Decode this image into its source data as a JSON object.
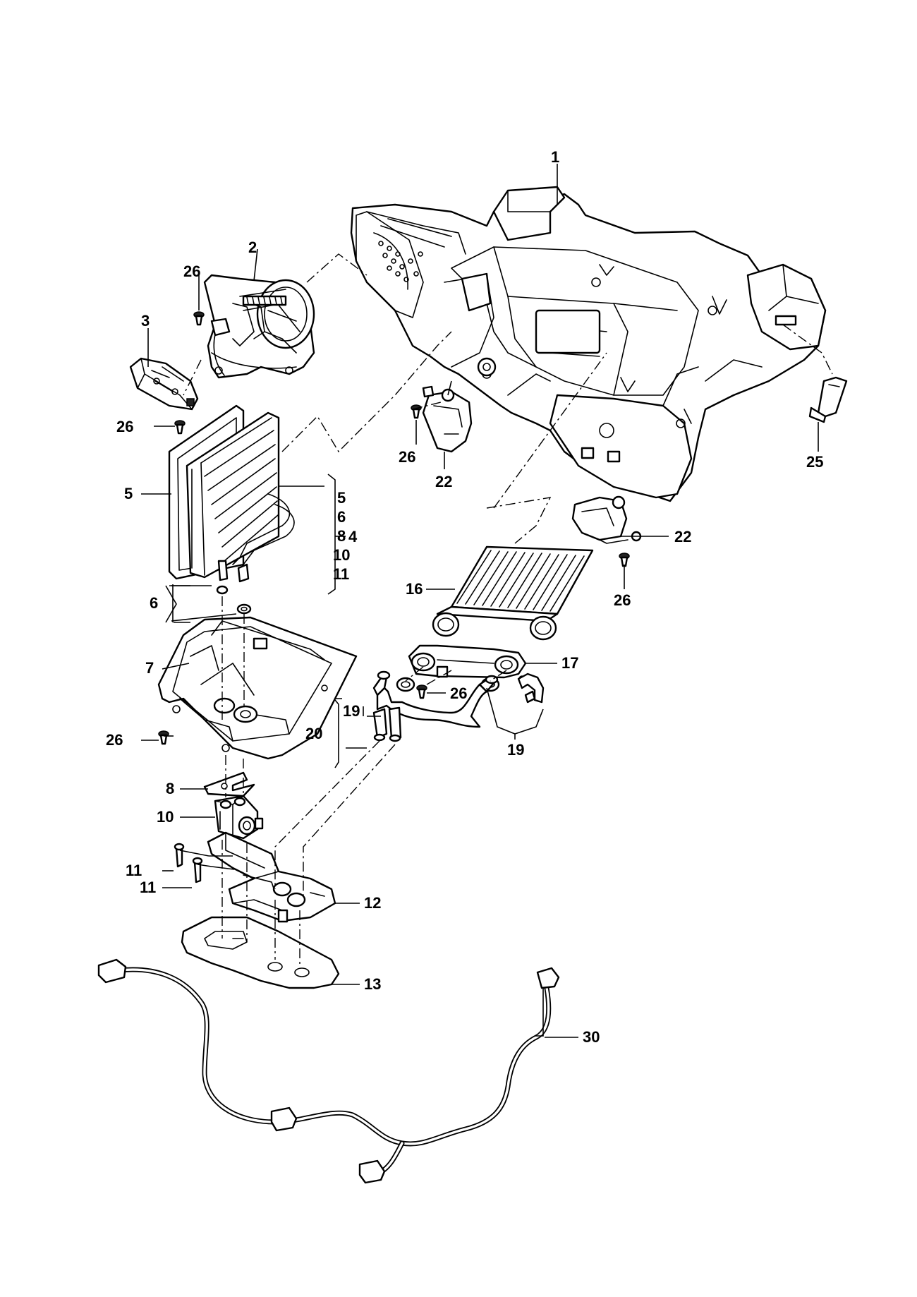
{
  "callouts": {
    "c1": "1",
    "c2": "2",
    "c3": "3",
    "c4": "4",
    "c5": "5",
    "c6": "6",
    "c7": "7",
    "c8": "8",
    "c10": "10",
    "c11a": "11",
    "c11b": "11",
    "c12": "12",
    "c13": "13",
    "c16": "16",
    "c17": "17",
    "c19a": "19",
    "c19b": "19",
    "c20": "20",
    "c22a": "22",
    "c22b": "22",
    "c25": "25",
    "c26a": "26",
    "c26b": "26",
    "c26c": "26",
    "c26d": "26",
    "c26e": "26",
    "c26f": "26",
    "c30": "30"
  },
  "group_4": {
    "items": [
      "5",
      "6",
      "8",
      "10",
      "11"
    ]
  }
}
